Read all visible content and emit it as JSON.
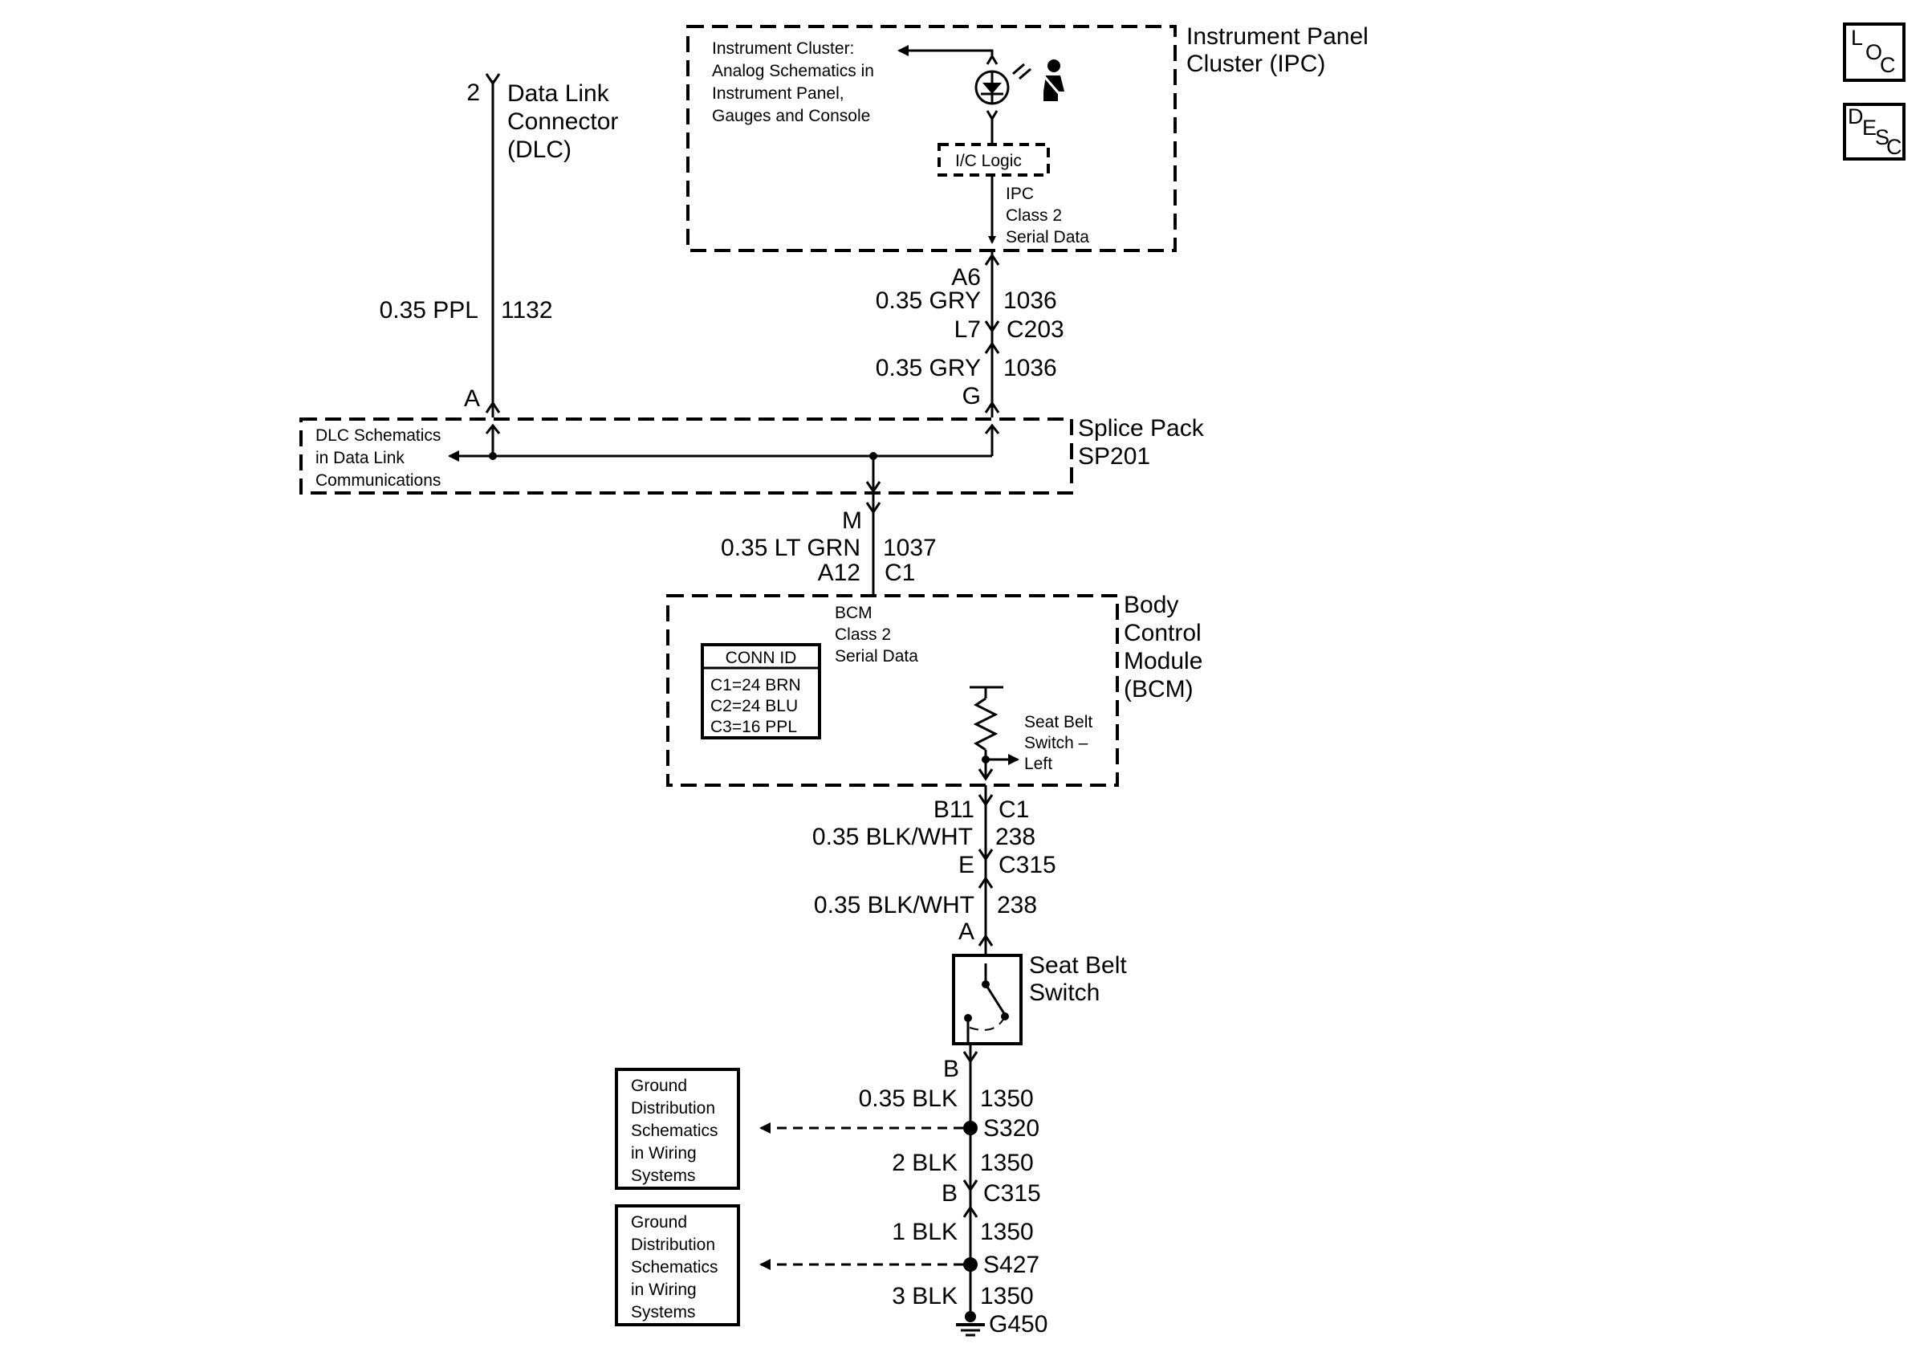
{
  "ipc": {
    "title1": "Instrument Panel",
    "title2": "Cluster (IPC)",
    "note": [
      "Instrument Cluster:",
      "Analog Schematics in",
      "Instrument Panel,",
      "Gauges and Console"
    ],
    "logic": "I/C Logic",
    "data_label": [
      "IPC",
      "Class 2",
      "Serial Data"
    ]
  },
  "dlc": {
    "pin": "2",
    "title": [
      "Data Link",
      "Connector",
      "(DLC)"
    ],
    "wire": "0.35 PPL",
    "circuit": "1132",
    "terminal": "A"
  },
  "ipc_wire": {
    "pin_top": "A6",
    "wire1": "0.35 GRY",
    "circuit1": "1036",
    "pin_l7": "L7",
    "conn": "C203",
    "wire2": "0.35 GRY",
    "circuit2": "1036",
    "pin_g": "G"
  },
  "splice": {
    "title": [
      "Splice Pack",
      "SP201"
    ],
    "note": [
      "DLC Schematics",
      "in Data Link",
      "Communications"
    ]
  },
  "bcm_wire": {
    "pin_m": "M",
    "wire": "0.35 LT GRN",
    "circuit": "1037",
    "pin": "A12",
    "conn": "C1"
  },
  "bcm": {
    "title": [
      "Body",
      "Control",
      "Module",
      "(BCM)"
    ],
    "data_label": [
      "BCM",
      "Class 2",
      "Serial Data"
    ],
    "conn_id_title": "CONN ID",
    "conn_ids": [
      "C1=24 BRN",
      "C2=24 BLU",
      "C3=16 PPL"
    ],
    "switch_label": [
      "Seat Belt",
      "Switch –",
      "Left"
    ]
  },
  "belt_wire": {
    "pin": "B11",
    "conn1": "C1",
    "wire1": "0.35 BLK/WHT",
    "circuit1": "238",
    "pin_e": "E",
    "conn2": "C315",
    "wire2": "0.35 BLK/WHT",
    "circuit2": "238",
    "pin_a": "A"
  },
  "switch": {
    "title": [
      "Seat Belt",
      "Switch"
    ]
  },
  "ground": {
    "pin_b": "B",
    "wire1": "0.35 BLK",
    "circuit1": "1350",
    "splice1": "S320",
    "wire2": "2 BLK",
    "circuit2": "1350",
    "pin_b2": "B",
    "conn": "C315",
    "wire3": "1 BLK",
    "circuit3": "1350",
    "splice2": "S427",
    "wire4": "3 BLK",
    "circuit4": "1350",
    "gnd": "G450",
    "ref_note": [
      "Ground",
      "Distribution",
      "Schematics",
      "in Wiring",
      "Systems"
    ]
  },
  "nav": {
    "loc": [
      "L",
      "O",
      "C"
    ],
    "desc": [
      "D",
      "E",
      "S",
      "C"
    ]
  }
}
